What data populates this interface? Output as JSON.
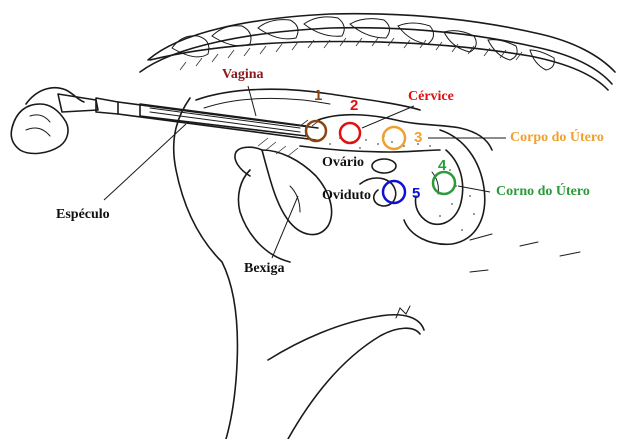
{
  "labels": {
    "vagina": "Vagina",
    "cervix": "Cérvice",
    "uterine_body": "Corpo do Útero",
    "ovary": "Ovário",
    "oviduct": "Oviduto",
    "uterine_horn": "Corno do Útero",
    "speculum": "Espéculo",
    "bladder": "Bexiga"
  },
  "markers": [
    {
      "number": "1",
      "color": "#8b4513"
    },
    {
      "number": "2",
      "color": "#e01010"
    },
    {
      "number": "3",
      "color": "#f0a030"
    },
    {
      "number": "4",
      "color": "#2a9a3a"
    },
    {
      "number": "5",
      "color": "#1010d0"
    }
  ],
  "label_colors": {
    "vagina": "#8b1a1a",
    "cervix": "#e01010",
    "uterine_body": "#f0a030",
    "uterine_horn": "#2a9a3a",
    "default": "#111111"
  }
}
